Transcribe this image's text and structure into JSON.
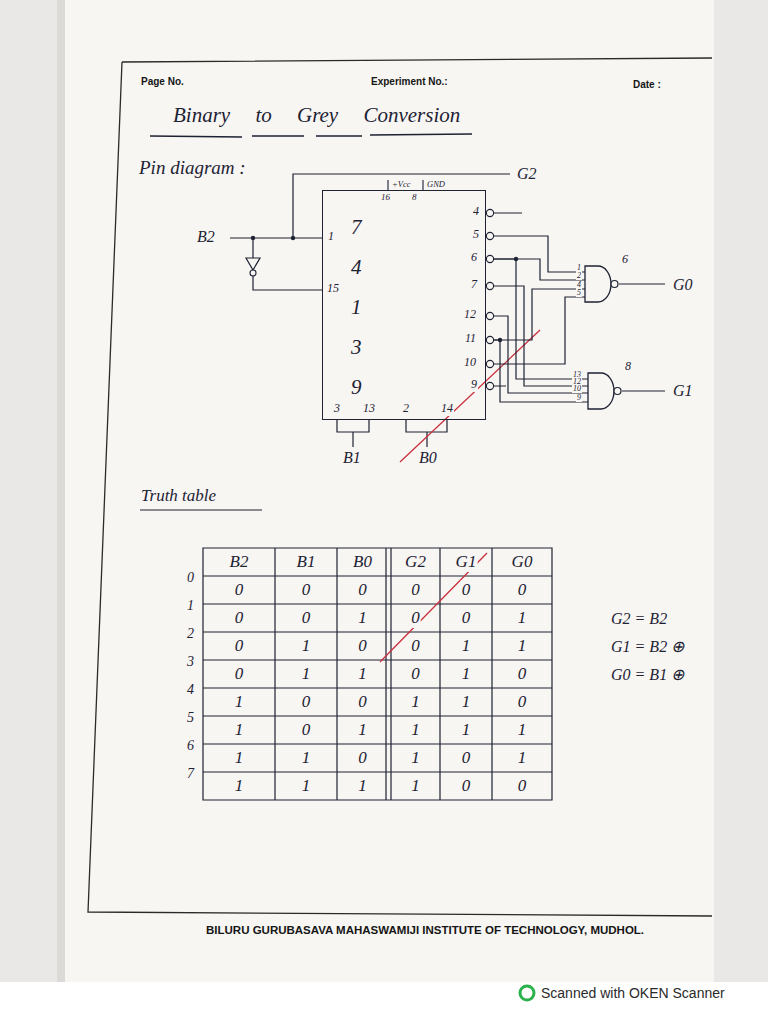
{
  "diagram": {
    "title": "Binary to Grey Conversion",
    "nodes": [
      {
        "text": [
          "7 4 1 3 9"
        ]
      },
      {
        "text": [
          "6"
        ]
      },
      {
        "text": [
          "8"
        ]
      }
    ],
    "edges": [
      {
        "from": 0,
        "to": 1,
        "arrow": "none"
      },
      {
        "from": 0,
        "to": 1,
        "arrow": "none"
      },
      {
        "from": 0,
        "to": 1,
        "arrow": "none"
      },
      {
        "from": 0,
        "to": 1,
        "arrow": "none"
      },
      {
        "from": 0,
        "to": 2,
        "arrow": "none"
      },
      {
        "from": 0,
        "to": 2,
        "arrow": "none"
      },
      {
        "from": 0,
        "to": 2,
        "arrow": "none"
      },
      {
        "from": 0,
        "to": 2,
        "arrow": "none"
      }
    ],
    "labels": [
      "Page No.",
      "Experiment No.:",
      "Date :",
      "Pin diagram :",
      "+Vcc",
      "GND",
      "16",
      "8",
      "G2",
      "4",
      "5",
      "6",
      "7",
      "12",
      "11",
      "10",
      "9",
      "B2",
      "1",
      "15",
      "3",
      "13",
      "2",
      "14",
      "B1",
      "B0",
      "1",
      "2",
      "4",
      "5",
      "G0",
      "13",
      "12",
      "10",
      "9",
      "G1",
      "Truth table",
      "B2",
      "B1",
      "B0",
      "G2",
      "G1",
      "G0",
      "0",
      "1",
      "2",
      "3",
      "4",
      "5",
      "6",
      "7",
      "0",
      "0",
      "0",
      "0",
      "0",
      "0",
      "0",
      "0",
      "1",
      "0",
      "0",
      "1",
      "0",
      "1",
      "0",
      "0",
      "1",
      "1",
      "0",
      "1",
      "1",
      "0",
      "1",
      "0",
      "1",
      "0",
      "0",
      "1",
      "1",
      "0",
      "1",
      "0",
      "1",
      "1",
      "1",
      "1",
      "1",
      "1",
      "0",
      "1",
      "0",
      "1",
      "1",
      "1",
      "1",
      "1",
      "0",
      "0",
      "G2 = B2",
      "G1 = B2 ⊕",
      "G0 = B1 ⊕",
      "BILURU GURUBASAVA MAHASWAMIJI INSTITUTE OF TECHNOLOGY, MUDHOL.",
      "Scanned with OKEN Scanner"
    ]
  }
}
